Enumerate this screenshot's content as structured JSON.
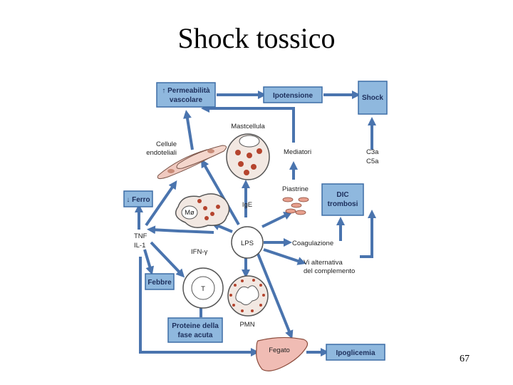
{
  "title": "Shock tossico",
  "page_number": "67",
  "colors": {
    "box_fill": "#8fb8de",
    "box_stroke": "#3d6da6",
    "arrow": "#4a74ae",
    "cell_fill": "#f2e8e2",
    "granule": "#b5442e",
    "liver": "#f0bcb4"
  },
  "boxes": {
    "permeabilita": [
      "↑ Permeabilità",
      "vascolare"
    ],
    "ipotensione": "Ipotensione",
    "shock": "Shock",
    "ferro": "↓ Ferro",
    "dic": [
      "DIC",
      "trombosi"
    ],
    "febbre": "Febbre",
    "proteine": [
      "Proteine della",
      "fase acuta"
    ],
    "ipoglicemia": "Ipoglicemia"
  },
  "labels": {
    "cellule": [
      "Cellule",
      "endoteliali"
    ],
    "mastcellula": "Mastcellula",
    "mediatori": "Mediatori",
    "c3a": "C3a",
    "c5a": "C5a",
    "piastrine": "Piastrine",
    "ige": "IgE",
    "tnf": "TNF",
    "il1": "IL-1",
    "ifn": "IFN-γ",
    "lps": "LPS",
    "coagulazione": "Coagulazione",
    "vie": [
      "Vi alternativa",
      "del complemento"
    ],
    "macrophage": "Mø",
    "t_cell": "T",
    "pmn": "PMN",
    "fegato": "Fegato"
  }
}
